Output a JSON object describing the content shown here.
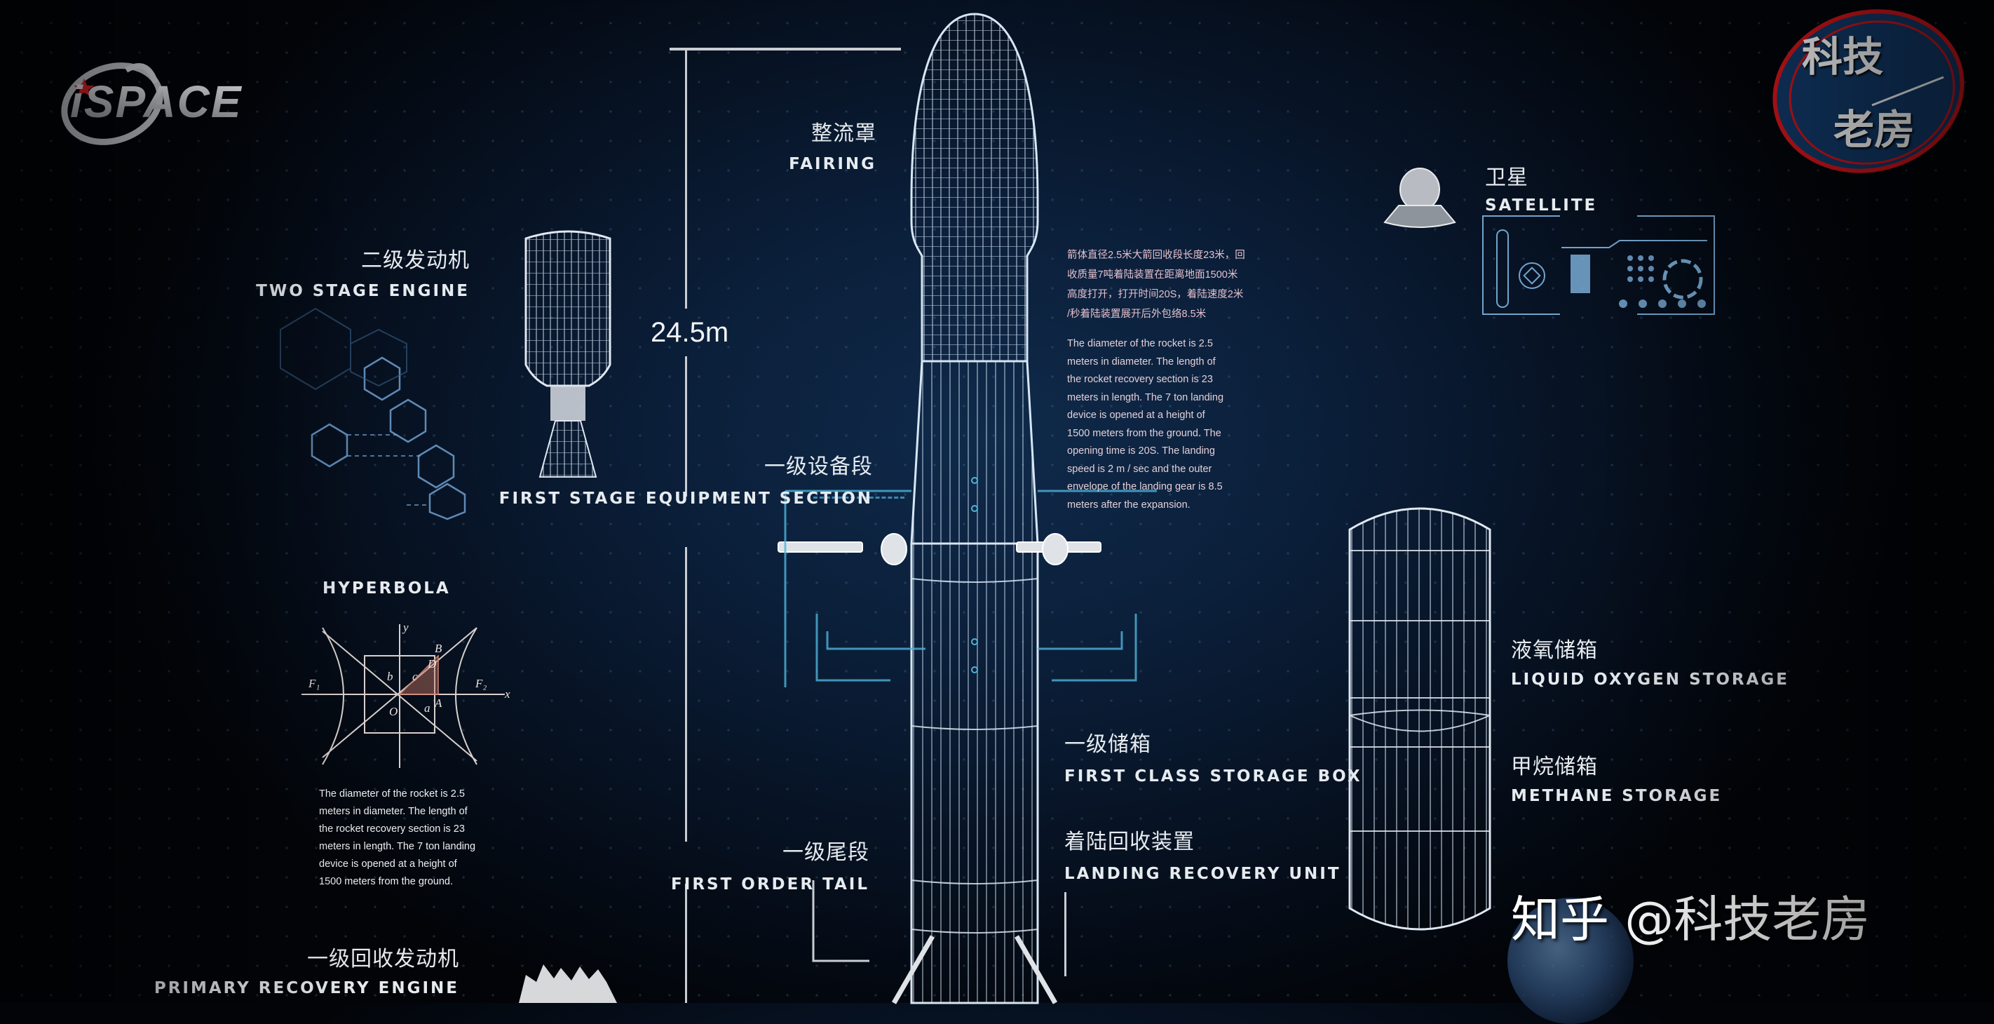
{
  "brand": {
    "logo_text": "iSPACE",
    "badge_line1": "科技",
    "badge_line2": "老房",
    "watermark": "知乎 @科技老房"
  },
  "dimension": {
    "height_label": "24.5m"
  },
  "labels": {
    "fairing": {
      "cn": "整流罩",
      "en": "FAIRING"
    },
    "two_stage_engine": {
      "cn": "二级发动机",
      "en": "TWO STAGE ENGINE"
    },
    "first_stage_equipment": {
      "cn": "一级设备段",
      "en": "FIRST STAGE EQUIPMENT SECTION"
    },
    "first_class_storage": {
      "cn": "一级储箱",
      "en": "FIRST CLASS STORAGE BOX"
    },
    "landing_recovery": {
      "cn": "着陆回收装置",
      "en": "LANDING RECOVERY UNIT"
    },
    "first_order_tail": {
      "cn": "一级尾段",
      "en": "FIRST ORDER TAIL"
    },
    "primary_recovery_engine": {
      "cn": "一级回收发动机",
      "en": "PRIMARY RECOVERY ENGINE"
    },
    "satellite": {
      "cn": "卫星",
      "en": "SATELLITE"
    },
    "liquid_oxygen": {
      "cn": "液氧储箱",
      "en": "LIQUID OXYGEN STORAGE"
    },
    "methane": {
      "cn": "甲烷储箱",
      "en": "METHANE STORAGE"
    },
    "hyperbola": {
      "en": "HYPERBOLA"
    }
  },
  "hyperbola_diagram": {
    "axis_x": "x",
    "axis_y": "y",
    "focus_left": "F₁",
    "focus_right": "F₂",
    "origin": "O",
    "point_a": "A",
    "point_b": "B",
    "point_d": "D",
    "seg_a": "a",
    "seg_b": "b",
    "seg_c": "c"
  },
  "notes": {
    "center_cn": [
      "箭体直径2.5米大箭回收段长度23米，回",
      "收质量7吨着陆装置在距离地面1500米",
      "高度打开，打开时间20S，着陆速度2米",
      "/秒着陆装置展开后外包络8.5米"
    ],
    "center_en": [
      "The diameter of the rocket is 2.5",
      "meters in diameter. The length of",
      "the rocket recovery section is 23",
      "meters in length. The 7 ton landing",
      "device is opened at a height of",
      "1500 meters from the ground. The",
      "opening time is 20S. The landing",
      "speed is 2 m / sec and the outer",
      "envelope of the landing gear is 8.5",
      "meters after the expansion."
    ],
    "left_en": [
      "The diameter of the rocket is 2.5",
      "meters in diameter. The length of",
      "the rocket recovery section is 23",
      "meters in length. The 7 ton landing",
      "device is opened at a height of",
      "1500 meters from the ground."
    ]
  },
  "colors": {
    "background": "#0b1f3a",
    "wireframe": "#cfe0f0",
    "accent_cyan": "#4fb3d9",
    "badge_red": "#d4151b",
    "note_pink": "#e4c0cc"
  }
}
